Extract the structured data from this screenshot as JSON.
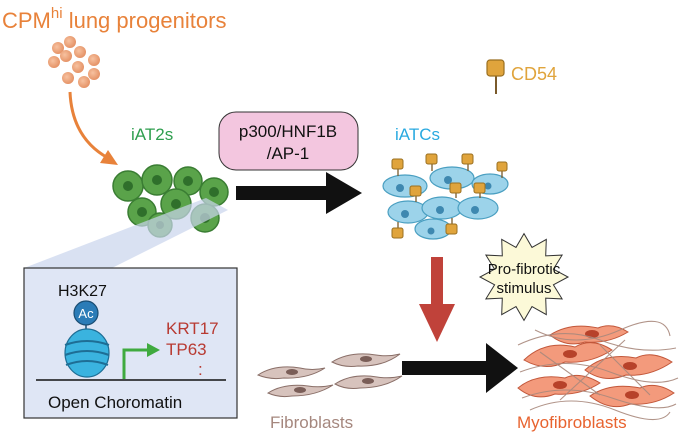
{
  "title": {
    "base": "CPM",
    "sup": "hi",
    "rest": " lung progenitors"
  },
  "legend": {
    "marker": "CD54"
  },
  "cells": {
    "iat2": "iAT2s",
    "iatc": "iATCs",
    "fibroblasts": "Fibroblasts",
    "myofibroblasts": "Myofibroblasts"
  },
  "factors": {
    "line1": "p300/HNF1B",
    "line2": "/AP-1"
  },
  "stimulus": {
    "line1": "Pro-fibrotic",
    "line2": "stimulus"
  },
  "inset": {
    "mark": "H3K27",
    "ac": "Ac",
    "genes": [
      "KRT17",
      "TP63"
    ],
    "ellipsis": ":",
    "caption": "Open Choromatin"
  },
  "colors": {
    "orange": "#e8823a",
    "green": "#2e9e4e",
    "blue": "#29a9e0",
    "gold": "#e0a43c",
    "red": "#b83a32",
    "pink": "#f3c6df",
    "brown": "#a5877e",
    "myo": "#e8632f"
  }
}
